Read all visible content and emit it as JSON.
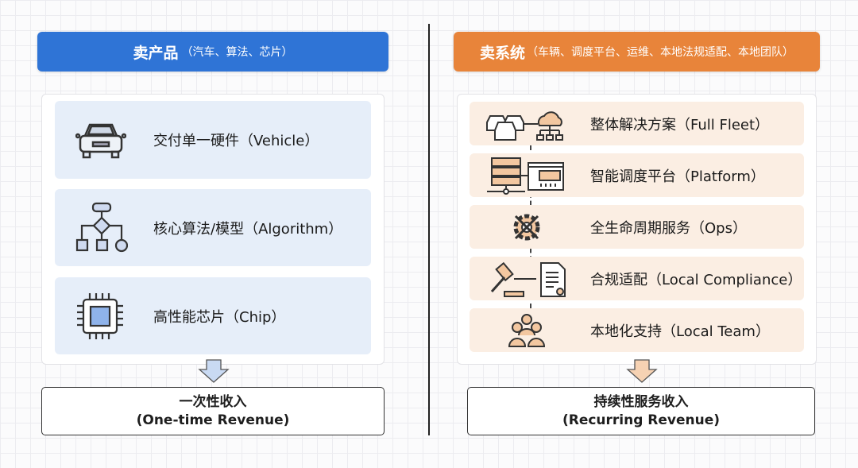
{
  "left": {
    "header": {
      "title": "卖产品",
      "subtitle": "（汽车、算法、芯片）"
    },
    "items": [
      {
        "label": "交付单一硬件（Vehicle）",
        "icon": "car-icon"
      },
      {
        "label": "核心算法/模型（Algorithm）",
        "icon": "flowchart-icon"
      },
      {
        "label": "高性能芯片（Chip）",
        "icon": "chip-icon"
      }
    ],
    "result": {
      "line1": "一次性收入",
      "line2": "(One-time Revenue)"
    }
  },
  "right": {
    "header": {
      "title": "卖系统",
      "subtitle": "（车辆、调度平台、运维、本地法规适配、本地团队）"
    },
    "items": [
      {
        "label": "整体解决方案（Full Fleet）",
        "icon": "fleet-cloud-icon"
      },
      {
        "label": "智能调度平台（Platform）",
        "icon": "server-dashboard-icon"
      },
      {
        "label": "全生命周期服务（Ops）",
        "icon": "gear-tools-icon"
      },
      {
        "label": "合规适配（Local Compliance）",
        "icon": "gavel-document-icon"
      },
      {
        "label": "本地化支持（Local Team）",
        "icon": "team-icon"
      }
    ],
    "result": {
      "line1": "持续性服务收入",
      "line2": "(Recurring Revenue)"
    }
  },
  "colors": {
    "blue": "#2f74d6",
    "orange": "#e8843a"
  }
}
